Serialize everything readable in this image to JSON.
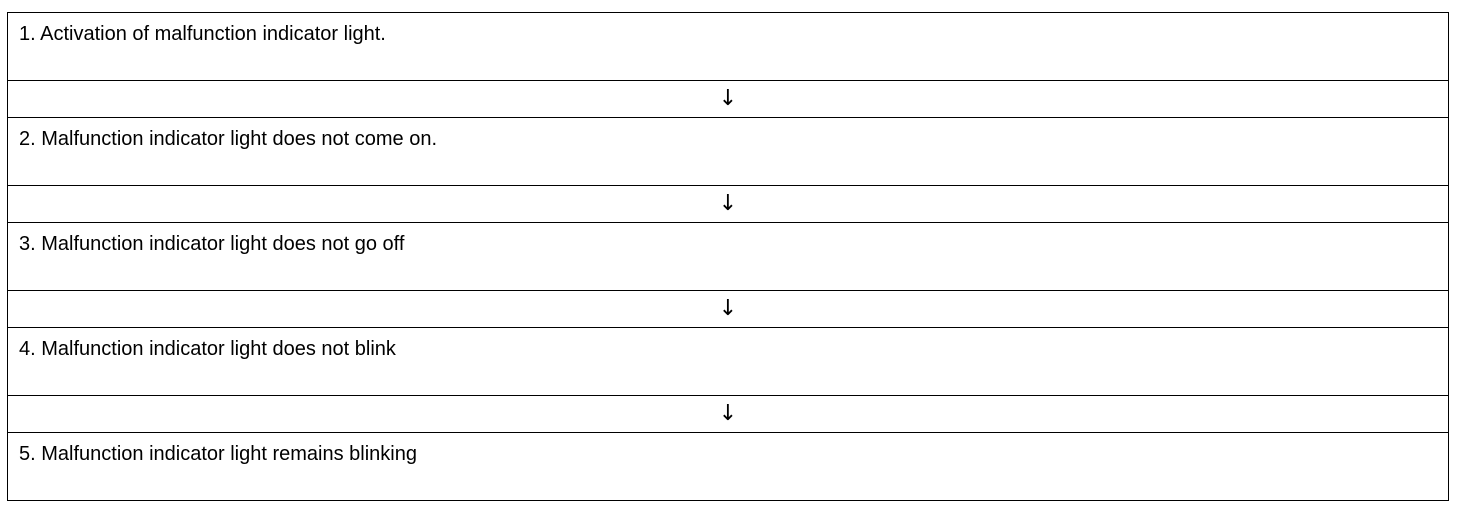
{
  "flowchart": {
    "steps": [
      {
        "label": "1. Activation of malfunction indicator light."
      },
      {
        "label": "2. Malfunction indicator light does not come on."
      },
      {
        "label": "3. Malfunction indicator light does not go off"
      },
      {
        "label": "4. Malfunction indicator light does not blink"
      },
      {
        "label": "5. Malfunction indicator light remains blinking"
      }
    ],
    "arrow_glyph": "↓",
    "arrow_icon": "arrow-down-icon"
  }
}
